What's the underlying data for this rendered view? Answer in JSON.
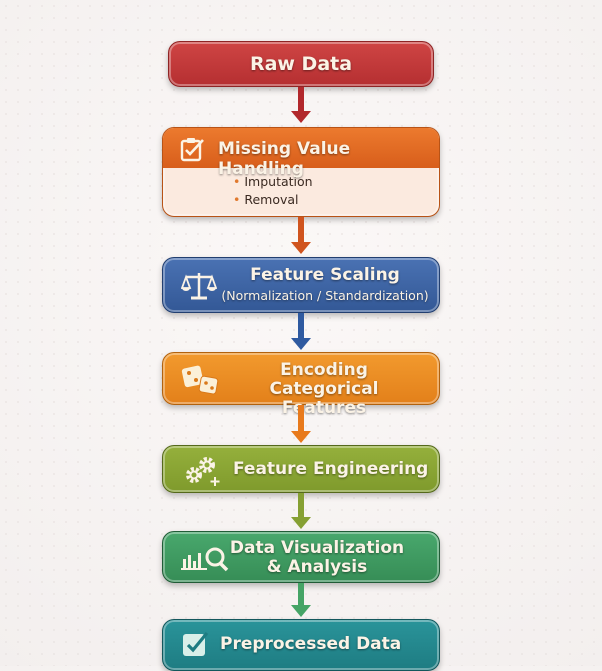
{
  "steps": [
    {
      "title": "Raw Data",
      "color": "#c0393a"
    },
    {
      "title": "Missing Value Handling",
      "bullets": [
        "Imputation",
        "Removal"
      ],
      "color": "#e06a22",
      "icon": "clipboard-check-icon"
    },
    {
      "title": "Feature Scaling",
      "subtitle": "(Normalization / Standardization)",
      "color": "#3d64a3",
      "icon": "balance-scale-icon"
    },
    {
      "title": "Encoding Categorical",
      "title2": "Features",
      "color": "#ec8c1f",
      "icon": "dice-icon"
    },
    {
      "title": "Feature Engineering",
      "color": "#8aa534",
      "icon": "gears-plus-icon"
    },
    {
      "title": "Data Visualization",
      "title2": "& Analysis",
      "color": "#3f9a62",
      "icon": "chart-magnifier-icon"
    },
    {
      "title": "Preprocessed Data",
      "color": "#22868c",
      "icon": "checkbox-check-icon"
    }
  ]
}
